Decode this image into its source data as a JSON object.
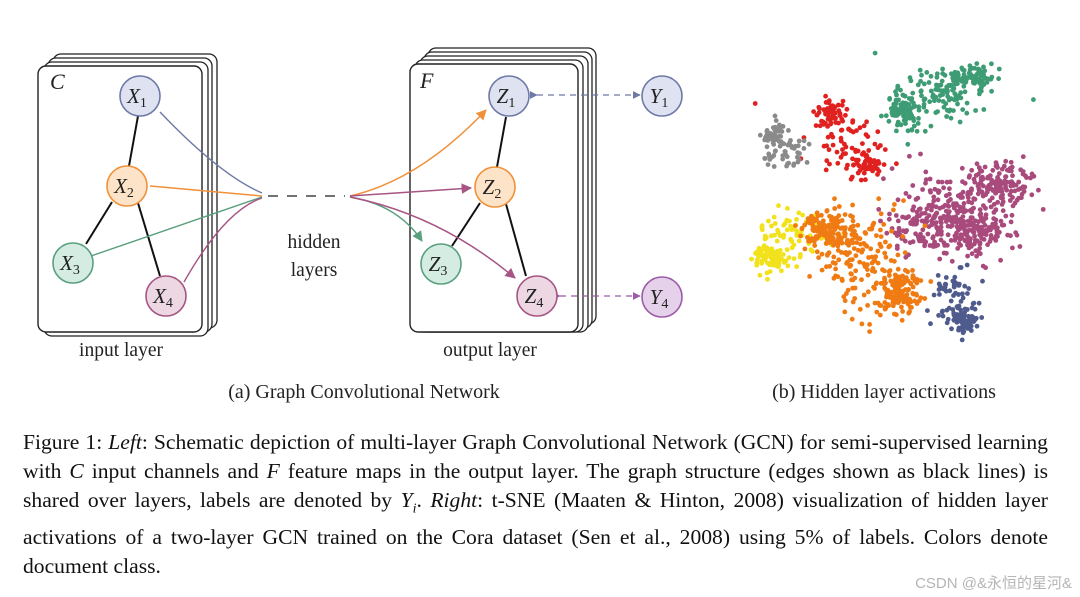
{
  "diagram": {
    "input_block": {
      "channel_label": "C",
      "layer_label": "input layer",
      "nodes": [
        {
          "id": "x1",
          "base": "X",
          "sub": "1",
          "color": "#dfe3f1",
          "stroke": "#6e79a6"
        },
        {
          "id": "x2",
          "base": "X",
          "sub": "2",
          "color": "#fde3c8",
          "stroke": "#f0913a"
        },
        {
          "id": "x3",
          "base": "X",
          "sub": "3",
          "color": "#d5ece2",
          "stroke": "#5a9f7e"
        },
        {
          "id": "x4",
          "base": "X",
          "sub": "4",
          "color": "#ecd7e3",
          "stroke": "#a65584"
        }
      ]
    },
    "hidden_label_line1": "hidden",
    "hidden_label_line2": "layers",
    "output_block": {
      "channel_label": "F",
      "layer_label": "output layer",
      "nodes": [
        {
          "id": "z1",
          "base": "Z",
          "sub": "1",
          "color": "#dfe3f1",
          "stroke": "#6e79a6"
        },
        {
          "id": "z2",
          "base": "Z",
          "sub": "2",
          "color": "#fde3c8",
          "stroke": "#f0913a"
        },
        {
          "id": "z3",
          "base": "Z",
          "sub": "3",
          "color": "#d5ece2",
          "stroke": "#5a9f7e"
        },
        {
          "id": "z4",
          "base": "Z",
          "sub": "4",
          "color": "#ecd7e3",
          "stroke": "#a65584"
        }
      ]
    },
    "labels": [
      {
        "id": "y1",
        "base": "Y",
        "sub": "1",
        "color": "#dfe3f1",
        "stroke": "#6e79a6"
      },
      {
        "id": "y4",
        "base": "Y",
        "sub": "4",
        "color": "#e6d1ea",
        "stroke": "#9c5ba9"
      }
    ],
    "edge_colors": {
      "x1": "#6e79a6",
      "x2": "#f0913a",
      "x3": "#5a9f7e",
      "x4": "#a65584"
    }
  },
  "scatter": {
    "clusters": [
      {
        "class": "green",
        "color": "#3e9c74",
        "n": 260
      },
      {
        "class": "red",
        "color": "#e0211f",
        "n": 170
      },
      {
        "class": "gray",
        "color": "#8a8a8a",
        "n": 90
      },
      {
        "class": "purple",
        "color": "#a94a7c",
        "n": 520
      },
      {
        "class": "yellow",
        "color": "#f2e21c",
        "n": 150
      },
      {
        "class": "orange",
        "color": "#f07b13",
        "n": 420
      },
      {
        "class": "navy",
        "color": "#4f5b8c",
        "n": 130
      }
    ]
  },
  "subcaption_a": "(a) Graph Convolutional Network",
  "subcaption_b": "(b) Hidden layer activations",
  "caption": {
    "figure_label": "Figure 1: ",
    "left_word": "Left",
    "s1": ": Schematic depiction of multi-layer Graph Convolutional Network (GCN) for semi-supervised learning with ",
    "sym_c": "C",
    "s2": " input channels and ",
    "sym_f": "F",
    "s3": " feature maps in the output layer. The graph structure (edges shown as black lines) is shared over layers, labels are denoted by ",
    "sym_y": "Y",
    "sym_y_sub": "i",
    "s4": ".  ",
    "right_word": "Right",
    "s5": ": t-SNE (Maaten & Hinton, 2008) visualization of hidden layer activations of a two-layer GCN trained on the Cora dataset (Sen et al., 2008) using ",
    "pct": "5%",
    "s6": " of labels. Colors denote document class."
  },
  "watermark": "CSDN @&永恒的星河&"
}
